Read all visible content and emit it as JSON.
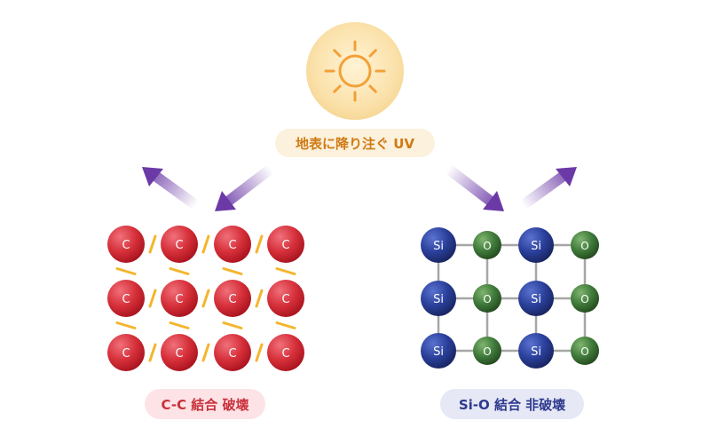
{
  "title": {
    "uv_label": "地表に降り注ぐ UV"
  },
  "sun": {
    "icon": "sun-icon",
    "color": "#f2a13a"
  },
  "left_lattice": {
    "atom_label": "C",
    "rows": 3,
    "cols": 4,
    "caption": "C-C 結合 破壊",
    "atom_color": "#d6303a",
    "bond_color": "#f5b52d"
  },
  "right_lattice": {
    "si_label": "Si",
    "o_label": "O",
    "rows": 3,
    "cols": 4,
    "caption": "Si-O 結合 非破壊",
    "si_color": "#2a3f9a",
    "o_color": "#3f7a3a",
    "bond_color": "#a6a6a6"
  },
  "arrows": {
    "color": "#6b3aa6"
  }
}
